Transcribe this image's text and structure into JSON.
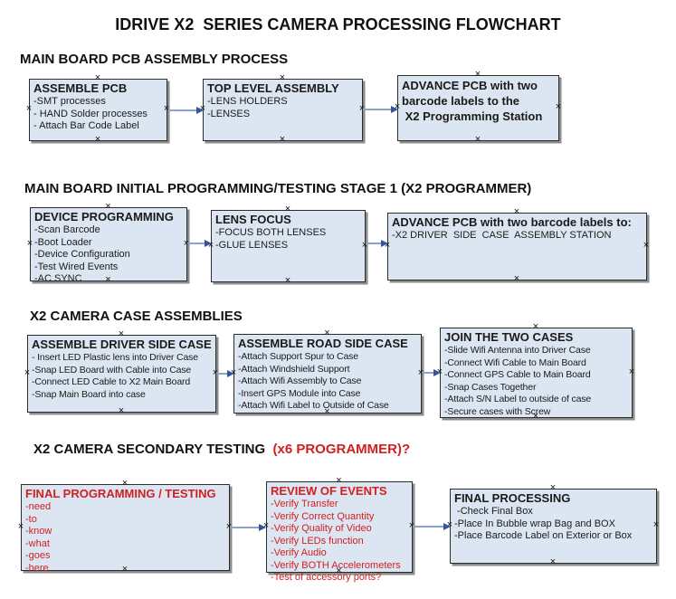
{
  "title": "IDRIVE X2  SERIES CAMERA PROCESSING FLOWCHART",
  "colors": {
    "box_fill": "#dce6f2",
    "box_border": "#2b2b2b",
    "box_shadow": "#8c8c8c",
    "arrow_line": "#8ba3cc",
    "arrow_head": "#35549b",
    "red_text": "#d02020",
    "black_text": "#1a1a1a"
  },
  "sections": [
    {
      "heading": "MAIN BOARD PCB ASSEMBLY PROCESS",
      "boxes": [
        {
          "id": "assemble-pcb",
          "title": "ASSEMBLE PCB",
          "items": [
            "-SMT processes",
            "- HAND Solder processes",
            "- Attach Bar Code Label"
          ]
        },
        {
          "id": "top-level-assembly",
          "title": "TOP LEVEL ASSEMBLY",
          "items": [
            "-LENS HOLDERS",
            "-LENSES"
          ]
        },
        {
          "id": "advance-pcb-to-programming-station",
          "title_lines": [
            "ADVANCE PCB with two",
            "barcode labels to the",
            " X2 Programming Station"
          ],
          "items": []
        }
      ]
    },
    {
      "heading": "MAIN BOARD INITIAL PROGRAMMING/TESTING STAGE 1 (X2 PROGRAMMER)",
      "boxes": [
        {
          "id": "device-programming",
          "title": "DEVICE PROGRAMMING",
          "items": [
            "-Scan Barcode",
            "-Boot Loader",
            "-Device Configuration",
            "-Test Wired Events",
            "-AC SYNC"
          ]
        },
        {
          "id": "lens-focus",
          "title": "LENS FOCUS",
          "items": [
            "-FOCUS BOTH LENSES",
            "-GLUE LENSES"
          ]
        },
        {
          "id": "advance-pcb-to-driver-side-station",
          "title": "ADVANCE PCB with two barcode labels to:",
          "items": [
            "-X2 DRIVER  SIDE  CASE  ASSEMBLY STATION"
          ]
        }
      ]
    },
    {
      "heading": "X2 CAMERA CASE ASSEMBLIES",
      "boxes": [
        {
          "id": "assemble-driver-side-case",
          "title": "ASSEMBLE DRIVER SIDE CASE",
          "items": [
            "- Insert LED Plastic lens into Driver Case",
            "-Snap LED Board with Cable into Case",
            "-Connect LED Cable to X2 Main Board",
            "-Snap Main Board into case"
          ]
        },
        {
          "id": "assemble-road-side-case",
          "title": "ASSEMBLE ROAD SIDE CASE",
          "items": [
            "-Attach Support Spur to Case",
            "-Attach Windshield Support",
            "-Attach Wifi Assembly to Case",
            "-Insert GPS Module into Case",
            "-Attach Wifi Label to Outside of Case"
          ]
        },
        {
          "id": "join-the-two-cases",
          "title": "JOIN THE TWO CASES",
          "items": [
            "-Slide Wifi Antenna into Driver Case",
            "-Connect Wifi Cable to Main Board",
            "-Connect GPS Cable to Main Board",
            "-Snap Cases Together",
            "-Attach S/N Label to outside of case",
            "-Secure cases with Screw"
          ]
        }
      ]
    },
    {
      "heading": "X2 CAMERA SECONDARY TESTING ",
      "heading_red": " (x6 PROGRAMMER)?",
      "boxes": [
        {
          "id": "final-programming-testing",
          "red": true,
          "title": "FINAL PROGRAMMING / TESTING",
          "items": [
            "-need",
            "-to",
            "-know",
            "-what",
            "-goes",
            "-here"
          ]
        },
        {
          "id": "review-of-events",
          "red": true,
          "title": "REVIEW OF EVENTS",
          "items": [
            "-Verify Transfer",
            "-Verify Correct Quantity",
            "-Verify Quality of Video",
            "-Verify LEDs function",
            "-Verify Audio",
            "-Verify BOTH Accelerometers",
            "-Test of accessory ports?"
          ]
        },
        {
          "id": "final-processing",
          "title": "FINAL PROCESSING",
          "items": [
            " -Check Final Box",
            "-Place In Bubble wrap Bag and BOX",
            "-Place Barcode Label on Exterior or Box"
          ]
        }
      ]
    }
  ]
}
